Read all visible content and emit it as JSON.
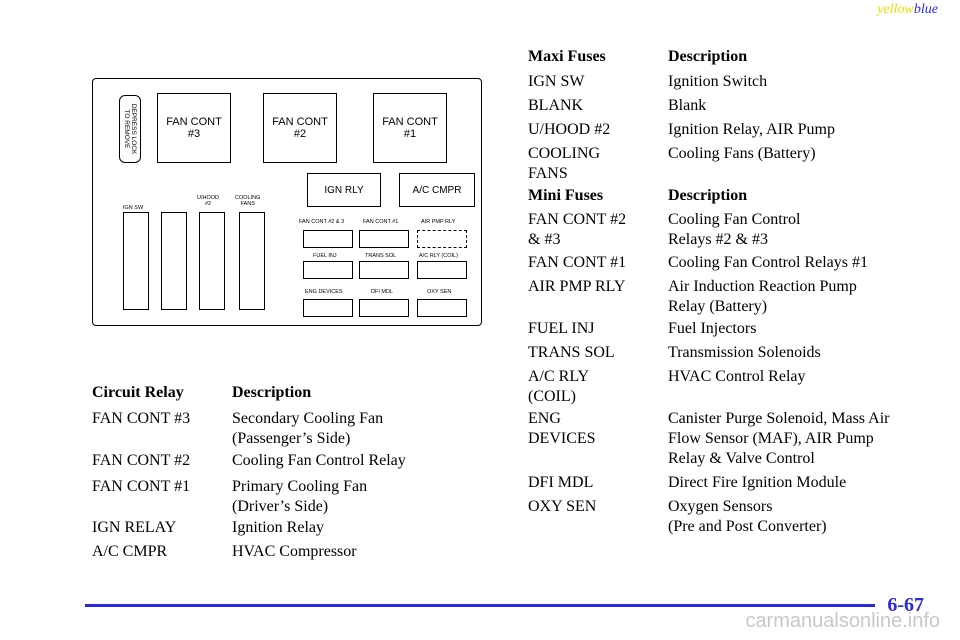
{
  "header": {
    "color_tag_yellow": "yellow",
    "color_tag_blue": "blue"
  },
  "colors": {
    "yellow": "#e3e300",
    "blue": "#2a2ae0"
  },
  "diagram": {
    "depress_lock": [
      "DEPRESS LOCK",
      "TO REMOVE"
    ],
    "fan_cont_3": [
      "FAN CONT",
      "#3"
    ],
    "fan_cont_2": [
      "FAN CONT",
      "#2"
    ],
    "fan_cont_1": [
      "FAN CONT",
      "#1"
    ],
    "ign_rly": "IGN RLY",
    "ac_cmpr": "A/C CMPR",
    "maxi_labels": {
      "ign_sw": "IGN SW",
      "uhood": [
        "U/HOOD",
        "#2"
      ],
      "cooling": [
        "COOLING",
        "FANS"
      ]
    },
    "mini_labels": {
      "fan_cont_23": "FAN CONT #2 & 3",
      "fan_cont_1": "FAN CONT #1",
      "air_pmp_rly": "AIR PMP RLY",
      "fuel_inj": "FUEL INJ",
      "trans_sol": "TRANS SOL",
      "ac_rly_coil": "A/C RLY (COIL)",
      "eng_devices": "ENG DEVICES",
      "dfi_mdl": "DFI MDL",
      "oxy_sen": "OXY SEN"
    }
  },
  "circuit_relay_table": {
    "headers": [
      "Circuit Relay",
      "Description"
    ],
    "rows": [
      {
        "name": "FAN CONT #3",
        "desc": [
          "Secondary Cooling Fan",
          "(Passenger’s Side)"
        ]
      },
      {
        "name": "FAN CONT #2",
        "desc": [
          "Cooling Fan Control Relay"
        ]
      },
      {
        "name": "FAN CONT #1",
        "desc": [
          "Primary Cooling Fan",
          "(Driver’s Side)"
        ]
      },
      {
        "name": "IGN RELAY",
        "desc": [
          "Ignition Relay"
        ]
      },
      {
        "name": "A/C CMPR",
        "desc": [
          "HVAC Compressor"
        ]
      }
    ]
  },
  "maxi_table": {
    "headers": [
      "Maxi Fuses",
      "Description"
    ],
    "rows": [
      {
        "name": [
          "IGN SW"
        ],
        "desc": [
          "Ignition Switch"
        ]
      },
      {
        "name": [
          "BLANK"
        ],
        "desc": [
          "Blank"
        ]
      },
      {
        "name": [
          "U/HOOD #2"
        ],
        "desc": [
          "Ignition Relay, AIR Pump"
        ]
      },
      {
        "name": [
          "COOLING",
          "FANS"
        ],
        "desc": [
          "Cooling Fans (Battery)"
        ]
      }
    ]
  },
  "mini_table": {
    "headers": [
      "Mini Fuses",
      "Description"
    ],
    "rows": [
      {
        "name": [
          "FAN CONT #2",
          "& #3"
        ],
        "desc": [
          "Cooling Fan Control",
          "Relays #2 & #3"
        ]
      },
      {
        "name": [
          "FAN CONT #1"
        ],
        "desc": [
          "Cooling Fan Control Relays #1"
        ]
      },
      {
        "name": [
          "AIR PMP RLY"
        ],
        "desc": [
          "Air Induction Reaction Pump",
          "Relay (Battery)"
        ]
      },
      {
        "name": [
          "FUEL INJ"
        ],
        "desc": [
          "Fuel Injectors"
        ]
      },
      {
        "name": [
          "TRANS SOL"
        ],
        "desc": [
          "Transmission Solenoids"
        ]
      },
      {
        "name": [
          "A/C RLY",
          "(COIL)"
        ],
        "desc": [
          "HVAC Control Relay"
        ]
      },
      {
        "name": [
          "ENG",
          "DEVICES"
        ],
        "desc": [
          "Canister Purge Solenoid, Mass Air",
          "Flow Sensor (MAF), AIR Pump",
          "Relay & Valve Control"
        ]
      },
      {
        "name": [
          "DFI MDL"
        ],
        "desc": [
          "Direct Fire Ignition Module"
        ]
      },
      {
        "name": [
          "OXY SEN"
        ],
        "desc": [
          "Oxygen Sensors",
          "(Pre and Post Converter)"
        ]
      }
    ]
  },
  "footer": {
    "page_number": "6-67",
    "watermark": "carmanualsonline.info"
  }
}
